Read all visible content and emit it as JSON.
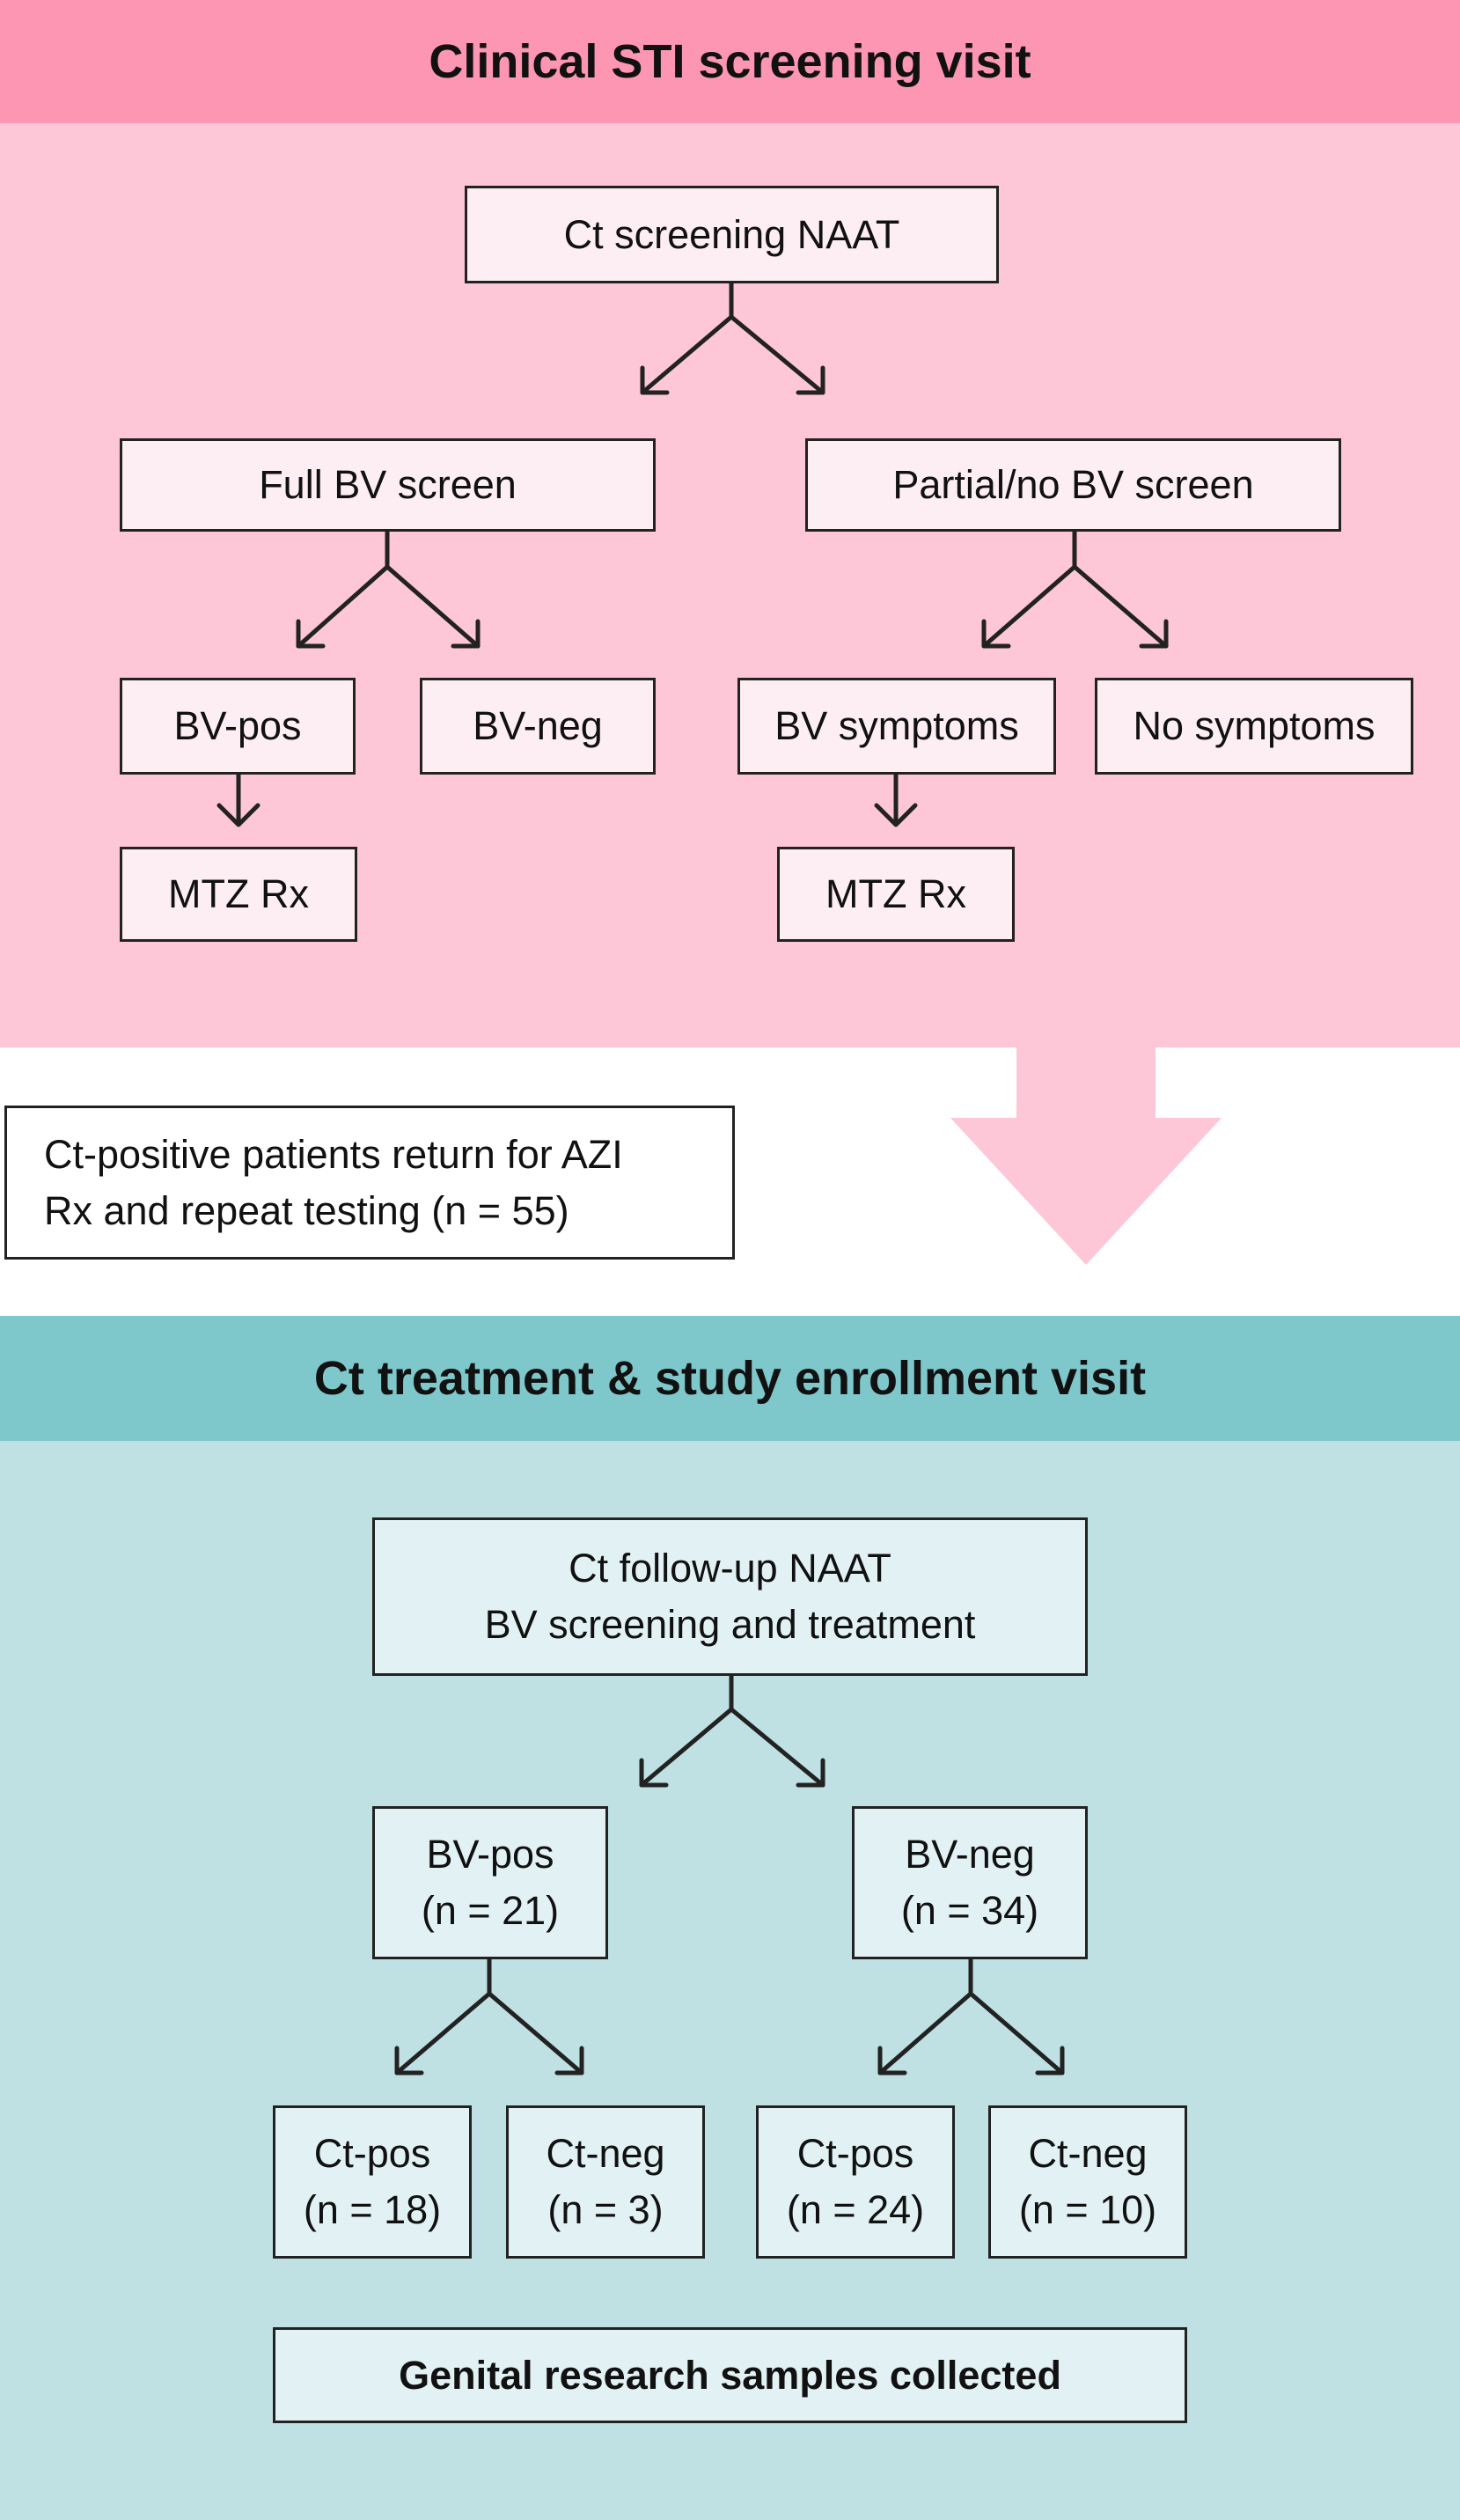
{
  "top_section": {
    "title": "Clinical STI screening visit",
    "ct_screening": "Ct screening NAAT",
    "full_bv": "Full BV screen",
    "partial_bv": "Partial/no BV screen",
    "bv_pos": "BV-pos",
    "bv_neg": "BV-neg",
    "bv_symptoms": "BV symptoms",
    "no_symptoms": "No symptoms",
    "mtz_left": "MTZ Rx",
    "mtz_right": "MTZ Rx"
  },
  "transition": {
    "line1": "Ct-positive patients return for AZI",
    "line2": "Rx and repeat testing (n = 55)"
  },
  "bottom_section": {
    "title": "Ct treatment & study enrollment visit",
    "followup_line1": "Ct follow-up NAAT",
    "followup_line2": "BV screening and treatment",
    "bv_pos": "BV-pos",
    "bv_pos_n": "(n = 21)",
    "bv_neg": "BV-neg",
    "bv_neg_n": "(n = 34)",
    "ct_pos_a": "Ct-pos",
    "ct_pos_a_n": "(n = 18)",
    "ct_neg_a": "Ct-neg",
    "ct_neg_a_n": "(n = 3)",
    "ct_pos_b": "Ct-pos",
    "ct_pos_b_n": "(n = 24)",
    "ct_neg_b": "Ct-neg",
    "ct_neg_b_n": "(n = 10)",
    "samples": "Genital research samples collected"
  },
  "colors": {
    "pink_header": "#fd96b2",
    "pink_body": "#fec7d8",
    "teal_header": "#7ec7cb",
    "teal_body": "#bfe1e4"
  }
}
